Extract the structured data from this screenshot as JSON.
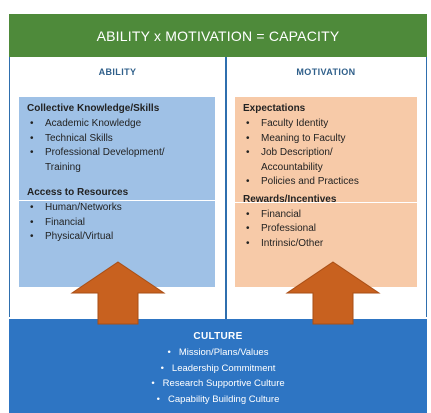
{
  "header": {
    "title": "ABILITY  x  MOTIVATION = CAPACITY"
  },
  "columns": {
    "ability": "ABILITY",
    "motivation": "MOTIVATION"
  },
  "ability": {
    "sections": [
      {
        "title": "Collective Knowledge/Skills",
        "items": [
          "Academic Knowledge",
          "Technical Skills",
          "Professional Development/",
          "Training"
        ]
      },
      {
        "title": "Access to Resources",
        "items": [
          "Human/Networks",
          "Financial",
          "Physical/Virtual"
        ]
      }
    ]
  },
  "motivation": {
    "sections": [
      {
        "title": "Expectations",
        "items": [
          "Faculty Identity",
          "Meaning to Faculty",
          "Job Description/",
          "Accountability",
          "Policies and Practices"
        ]
      },
      {
        "title": "Rewards/Incentives",
        "items": [
          "Financial",
          "Professional",
          "Intrinsic/Other"
        ]
      }
    ]
  },
  "culture": {
    "title": "CULTURE",
    "items": [
      "Mission/Plans/Values",
      "Leadership Commitment",
      "Research Supportive Culture",
      "Capability Building Culture"
    ]
  },
  "colors": {
    "header_green": "#4e8a3a",
    "ability_blue": "#9fc1e6",
    "motivation_peach": "#f7caa8",
    "culture_blue": "#2e75c3",
    "arrow_orange": "#c8611f"
  }
}
